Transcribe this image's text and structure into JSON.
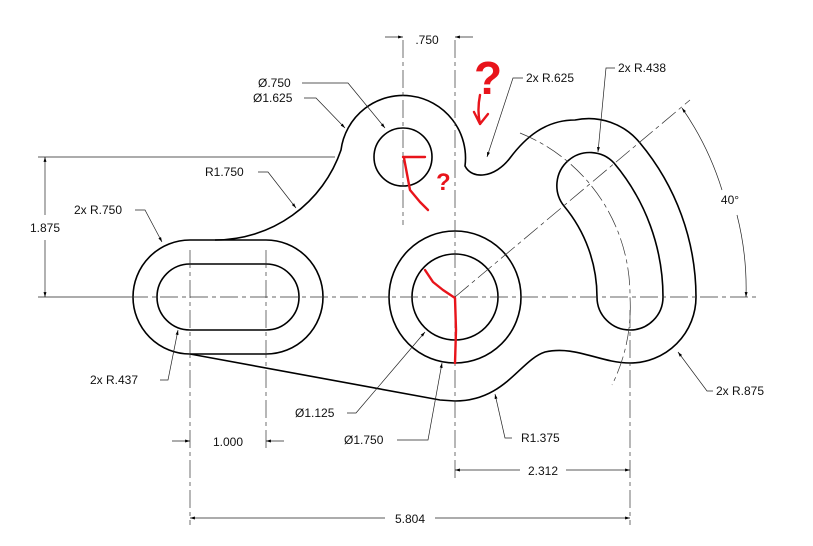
{
  "drawing": {
    "dims": {
      "top_hole_spacing": ".750",
      "vertical_offset": "1.875",
      "slot_length": "1.000",
      "overall_length": "5.804",
      "slot_radius_offset": "2.312",
      "angle": "40°"
    },
    "callouts": {
      "top_inner_dia": "Ø.750",
      "top_outer_dia": "Ø1.625",
      "blend_radius": "R1.750",
      "slot_outer_radius": "2x R.750",
      "slot_inner_radius": "2x R.437",
      "fillet_radius": "2x R.625",
      "arc_slot_inner_radius": "2x R.438",
      "arc_slot_outer_radius": "2x R.875",
      "main_inner_dia": "Ø1.125",
      "main_outer_dia": "Ø1.750",
      "bottom_radius": "R1.375"
    },
    "annotations": {
      "question_mark_large": "?",
      "question_mark_small": "?"
    },
    "colors": {
      "line": "#000000",
      "markup": "#e8141b"
    }
  }
}
